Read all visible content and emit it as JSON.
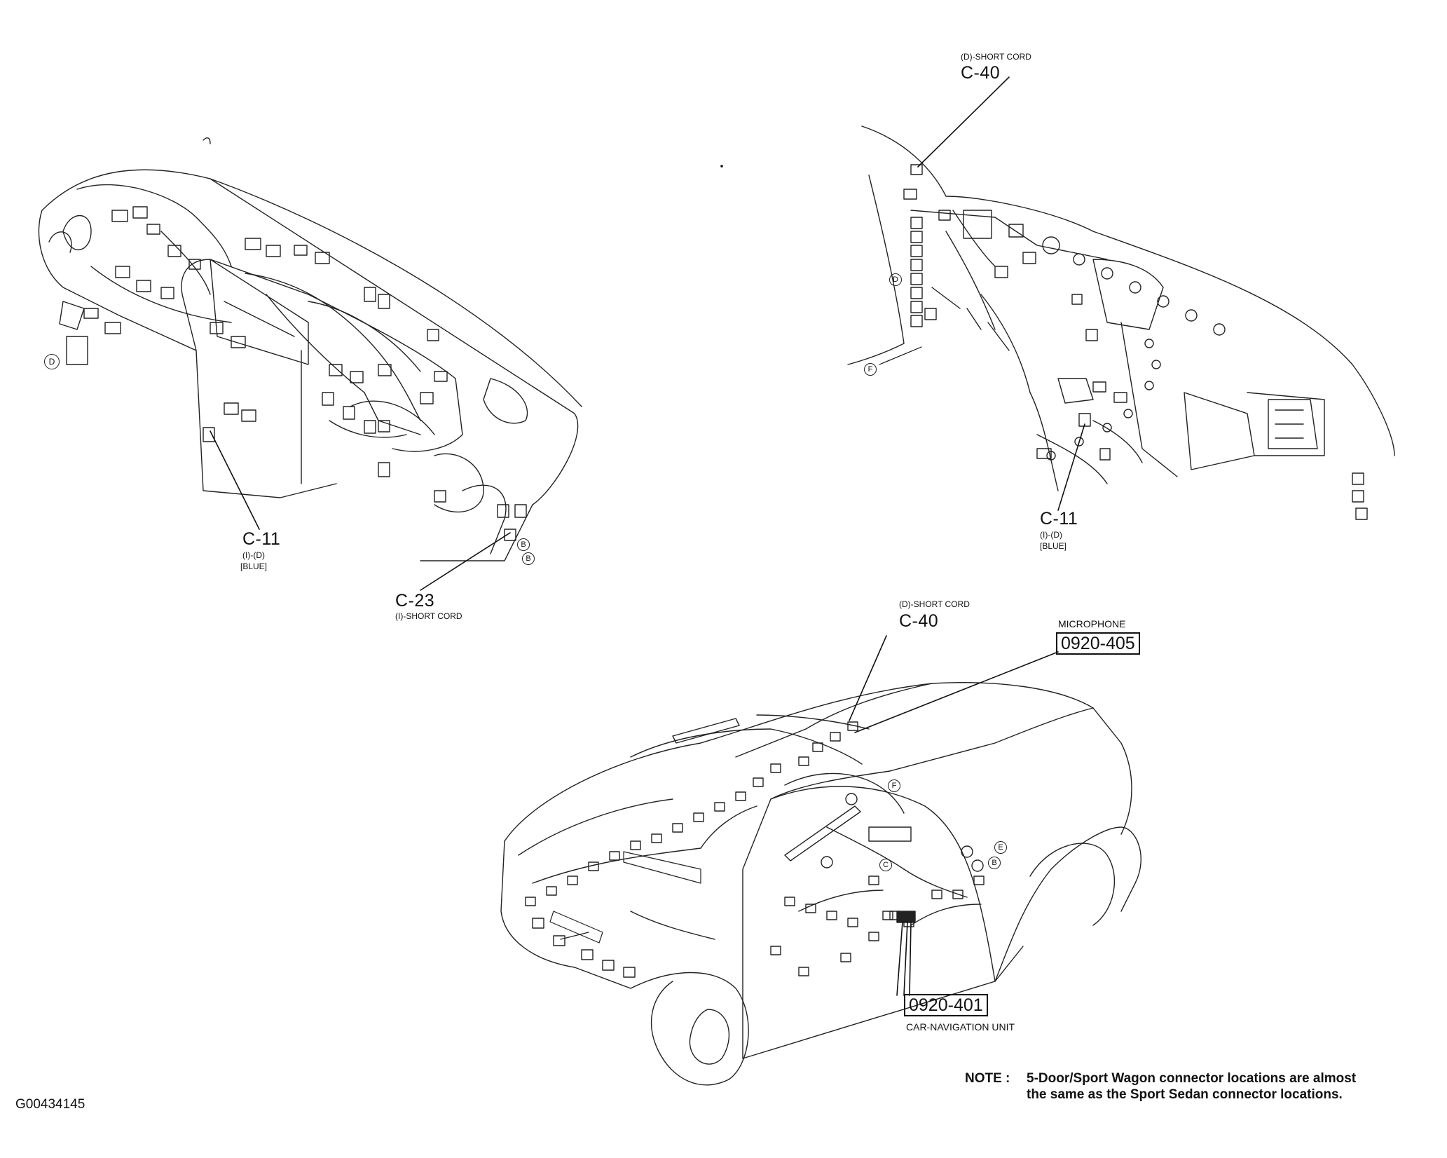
{
  "diagram": {
    "figure_id": "G00434145",
    "callouts": {
      "dash_c11": {
        "code": "C-11",
        "lines": [
          "(I)-(D)",
          "[BLUE]"
        ]
      },
      "dash_c23": {
        "code": "C-23",
        "lines": [
          "(I)-SHORT CORD"
        ]
      },
      "rhd_c40": {
        "caption": "(D)-SHORT CORD",
        "code": "C-40"
      },
      "rhd_c11": {
        "code": "C-11",
        "lines": [
          "(I)-(D)",
          "[BLUE]"
        ]
      },
      "car_c40": {
        "caption": "(D)-SHORT CORD",
        "code": "C-40"
      },
      "microphone": {
        "caption": "MICROPHONE",
        "code": "0920-405"
      },
      "car_nav": {
        "code": "0920-401",
        "caption": "CAR-NAVIGATION UNIT"
      }
    },
    "marker_letters": {
      "dash_left": "D",
      "dash_b1": "B",
      "dash_b2": "B",
      "rhd_d": "D",
      "rhd_f": "F",
      "car_f": "F",
      "car_e": "E",
      "car_b": "B",
      "car_c": "C"
    },
    "note": {
      "label": "NOTE :",
      "line1": "5-Door/Sport Wagon connector locations are almost",
      "line2": "the same as the Sport Sedan connector locations."
    }
  }
}
